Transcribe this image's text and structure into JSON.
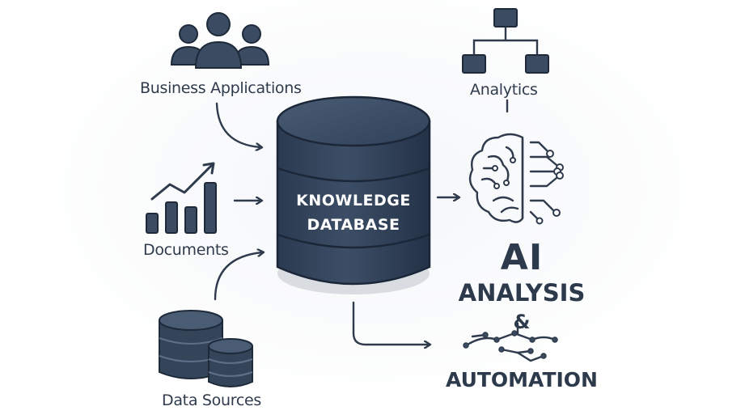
{
  "sources": {
    "business_applications": "Business Applications",
    "documents": "Documents",
    "data_sources": "Data Sources"
  },
  "database": {
    "line1": "KNOWLEDGE",
    "line2": "DATABASE"
  },
  "outputs": {
    "analytics": "Analytics",
    "ai_line1": "AI",
    "ai_line2": "ANALYSIS",
    "ai_line3": "&",
    "ai_line4": "AUTOMATION"
  },
  "colors": {
    "ink": "#2f3b4c",
    "cylinder": "#34455a",
    "cylinder_dark": "#26344a",
    "icon_fill": "#3b4c62"
  },
  "icons": {
    "business_applications": "people-group-icon",
    "documents": "bar-chart-trend-icon",
    "data_sources": "database-stack-icon",
    "analytics": "hierarchy-tree-icon",
    "ai": "circuit-brain-icon",
    "automation": "network-nodes-icon"
  }
}
